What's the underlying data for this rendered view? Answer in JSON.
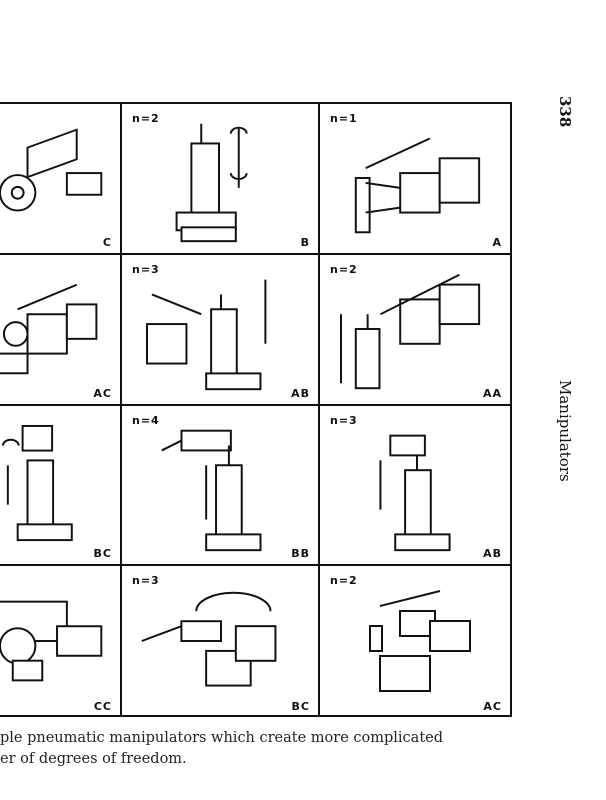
{
  "page_number": "338",
  "running_head": "Manipulators",
  "figure": {
    "rows": [
      [
        {
          "n": "",
          "label": "C"
        },
        {
          "n": "n=2",
          "label": "B"
        },
        {
          "n": "n=1",
          "label": "A"
        }
      ],
      [
        {
          "n": "",
          "label": "AC"
        },
        {
          "n": "n=3",
          "label": "AB"
        },
        {
          "n": "n=2",
          "label": "AA"
        }
      ],
      [
        {
          "n": "",
          "label": "BC"
        },
        {
          "n": "n=4",
          "label": "BB"
        },
        {
          "n": "n=3",
          "label": "AB"
        }
      ],
      [
        {
          "n": "",
          "label": "CC"
        },
        {
          "n": "n=3",
          "label": "BC"
        },
        {
          "n": "n=2",
          "label": "AC"
        }
      ]
    ]
  },
  "caption": {
    "line1": "ple pneumatic manipulators which create more complicated",
    "line2": "er of degrees of freedom."
  }
}
